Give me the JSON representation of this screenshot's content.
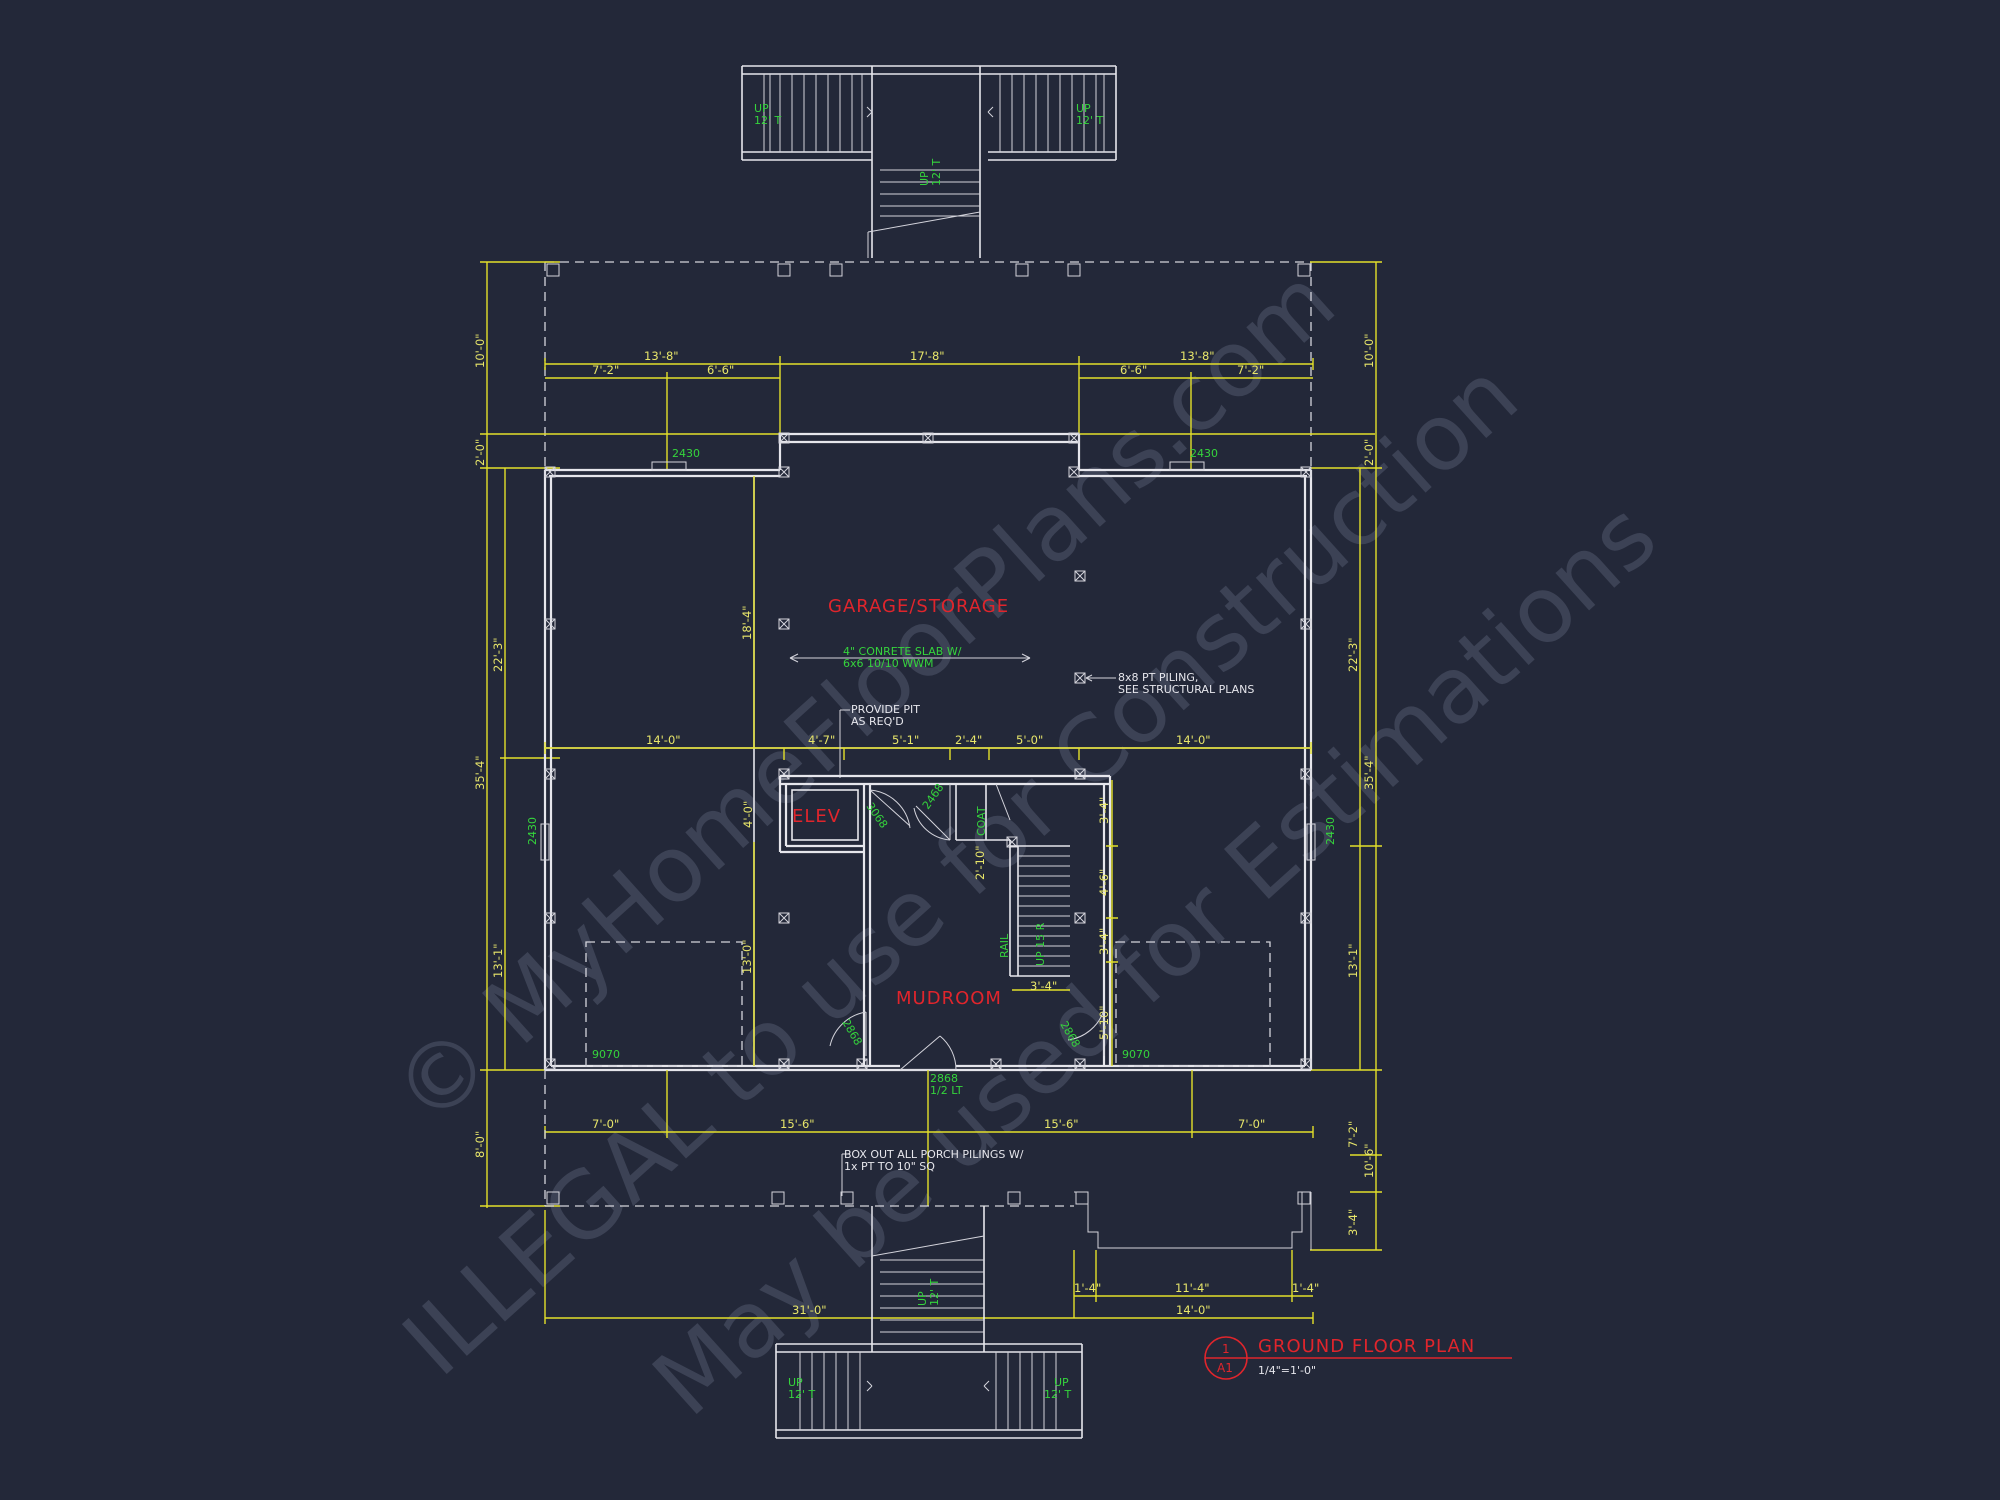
{
  "watermark": {
    "line1": "© MyHomeFloorPlans.com",
    "line2": "ILLEGAL to use for Construction",
    "line3": "May be used for Estimations"
  },
  "rooms": {
    "garage": "GARAGE/STORAGE",
    "elev": "ELEV",
    "mudroom": "MUDROOM"
  },
  "notes": {
    "slab_1": "4\" CONRETE SLAB W/",
    "slab_2": "6x6 10/10 WWM",
    "piling_1": "8x8 PT PILING,",
    "piling_2": "SEE STRUCTURAL PLANS",
    "pit_1": "PROVIDE PIT",
    "pit_2": "AS REQ'D",
    "box_1": "BOX OUT ALL PORCH PILINGS W/",
    "box_2": "1x PT TO 10\" SQ"
  },
  "labels": {
    "up": "UP",
    "riser_12": "12' T",
    "coat": "COAT",
    "rail": "RAIL",
    "stair_up": "UP 15 R",
    "win_2430": "2430",
    "door_9070": "9070",
    "door_3068": "3068",
    "door_2468": "2468",
    "door_2868": "2868",
    "entry_door": "2868",
    "entry_half": "1/2 LT"
  },
  "dims": {
    "d_13_8": "13'-8\"",
    "d_17_8": "17'-8\"",
    "d_7_2": "7'-2\"",
    "d_6_6": "6'-6\"",
    "d_10_0": "10'-0\"",
    "d_2_0": "2'-0\"",
    "d_22_3": "22'-3\"",
    "d_35_4": "35'-4\"",
    "d_13_1": "13'-1\"",
    "d_8_0": "8'-0\"",
    "d_18_4": "18'-4\"",
    "d_4_0": "4'-0\"",
    "d_13_0": "13'-0\"",
    "d_14_0": "14'-0\"",
    "d_4_7": "4'-7\"",
    "d_5_1": "5'-1\"",
    "d_2_4": "2'-4\"",
    "d_5_0": "5'-0\"",
    "d_3_4": "3'-4\"",
    "d_4_6": "4'-6\"",
    "d_5_10": "5'-10\"",
    "d_2_10": "2'-10\"",
    "d_15_6": "15'-6\"",
    "d_7_0": "7'-0\"",
    "d_31_0": "31'-0\"",
    "d_11_4": "11'-4\"",
    "d_1_4": "1'-4\"",
    "d_10_6": "10'-6\""
  },
  "title_block": {
    "number": "1",
    "sheet": "A1",
    "title": "GROUND FLOOR PLAN",
    "scale": "1/4\"=1'-0\""
  },
  "colors": {
    "background": "#232839",
    "walls": "#e6e6ec",
    "dimensions": "#e3e02a",
    "labels": "#35d43c",
    "room_names": "#e0252c"
  }
}
